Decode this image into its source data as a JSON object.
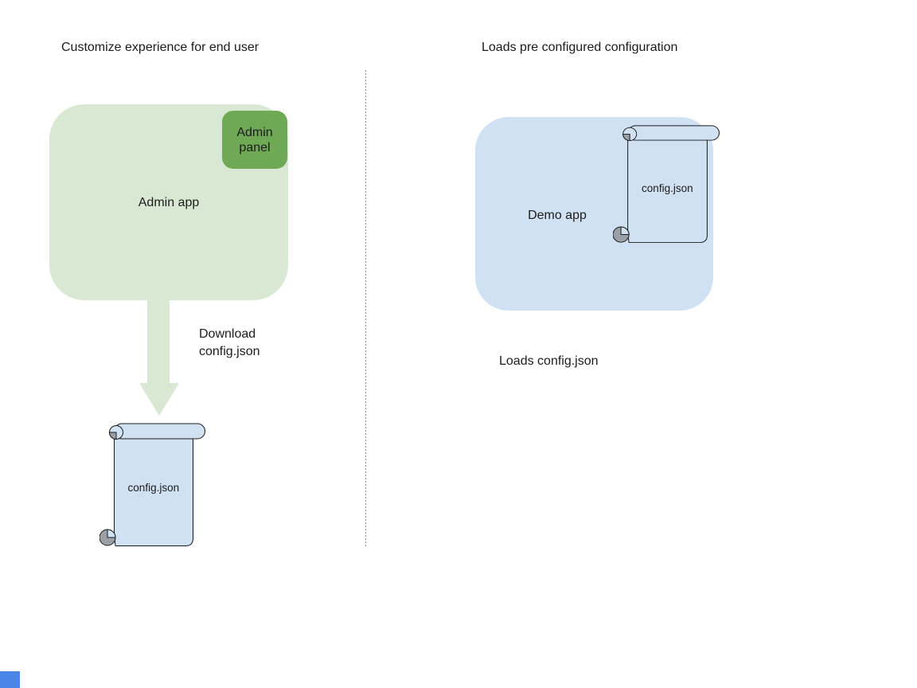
{
  "colors": {
    "green-light": "#d9e8d2",
    "green-dark": "#6fa956",
    "blue-light": "#cfe1f2",
    "outline": "#1b1b1b",
    "text": "#1c1c1c",
    "divider": "#8a8a8a",
    "curl-gray": "#9aa0a6",
    "corner-blue": "#4a86e8"
  },
  "left": {
    "title": "Customize experience for end user",
    "app_label": "Admin app",
    "panel_label": "Admin panel",
    "arrow_label": "Download\nconfig.json",
    "file_label": "config.json"
  },
  "right": {
    "title": "Loads pre configured configuration",
    "app_label": "Demo app",
    "file_label": "config.json",
    "caption": "Loads config.json"
  }
}
